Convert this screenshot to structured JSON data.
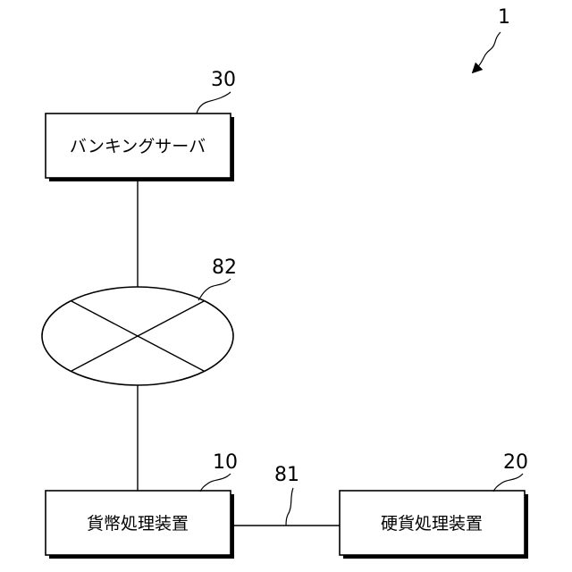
{
  "figure_ref": "1",
  "banking_server": {
    "ref": "30",
    "label": "バンキングサーバ"
  },
  "network": {
    "ref": "82"
  },
  "banknote_processor": {
    "ref": "10",
    "label": "貨幣処理装置"
  },
  "link": {
    "ref": "81"
  },
  "coin_processor": {
    "ref": "20",
    "label": "硬貨処理装置"
  }
}
